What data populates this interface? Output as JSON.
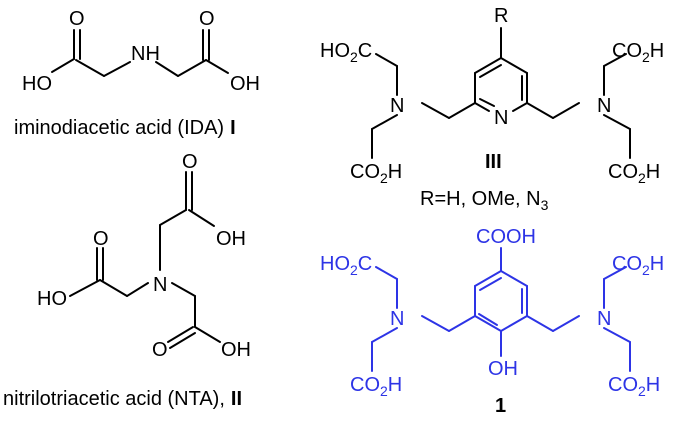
{
  "colors": {
    "default": "#000000",
    "highlight": "#2d34e6"
  },
  "molecules": {
    "ida": {
      "name": "iminodiacetic acid (IDA)",
      "label": "I",
      "atoms": {
        "NH": "NH",
        "OH_left": "HO",
        "OH_right": "OH",
        "O_left": "O",
        "O_right": "O"
      }
    },
    "nta": {
      "name": "nitrilotriacetic acid (NTA),",
      "label": "II",
      "atoms": {
        "N": "N",
        "O1": "O",
        "OH1": "OH",
        "O2": "O",
        "HO2": "HO",
        "O3": "O",
        "OH3": "OH"
      }
    },
    "pyr": {
      "label": "III",
      "r": "R",
      "substituents": "R=H, OMe, N",
      "substituents_sub": "3",
      "atoms": {
        "N_ring": "N",
        "N_left": "N",
        "N_right": "N",
        "HO2C": "HO",
        "HO2C_2": "C",
        "CO2H": "CO",
        "CO2H_h": "H",
        "two": "2"
      }
    },
    "compound1": {
      "label": "1",
      "atoms": {
        "COOH": "COOH",
        "OH": "OH",
        "N_left": "N",
        "N_right": "N",
        "HO2C": "HO",
        "HO2C_2": "C",
        "CO2H": "CO",
        "CO2H_h": "H",
        "two": "2"
      }
    }
  }
}
